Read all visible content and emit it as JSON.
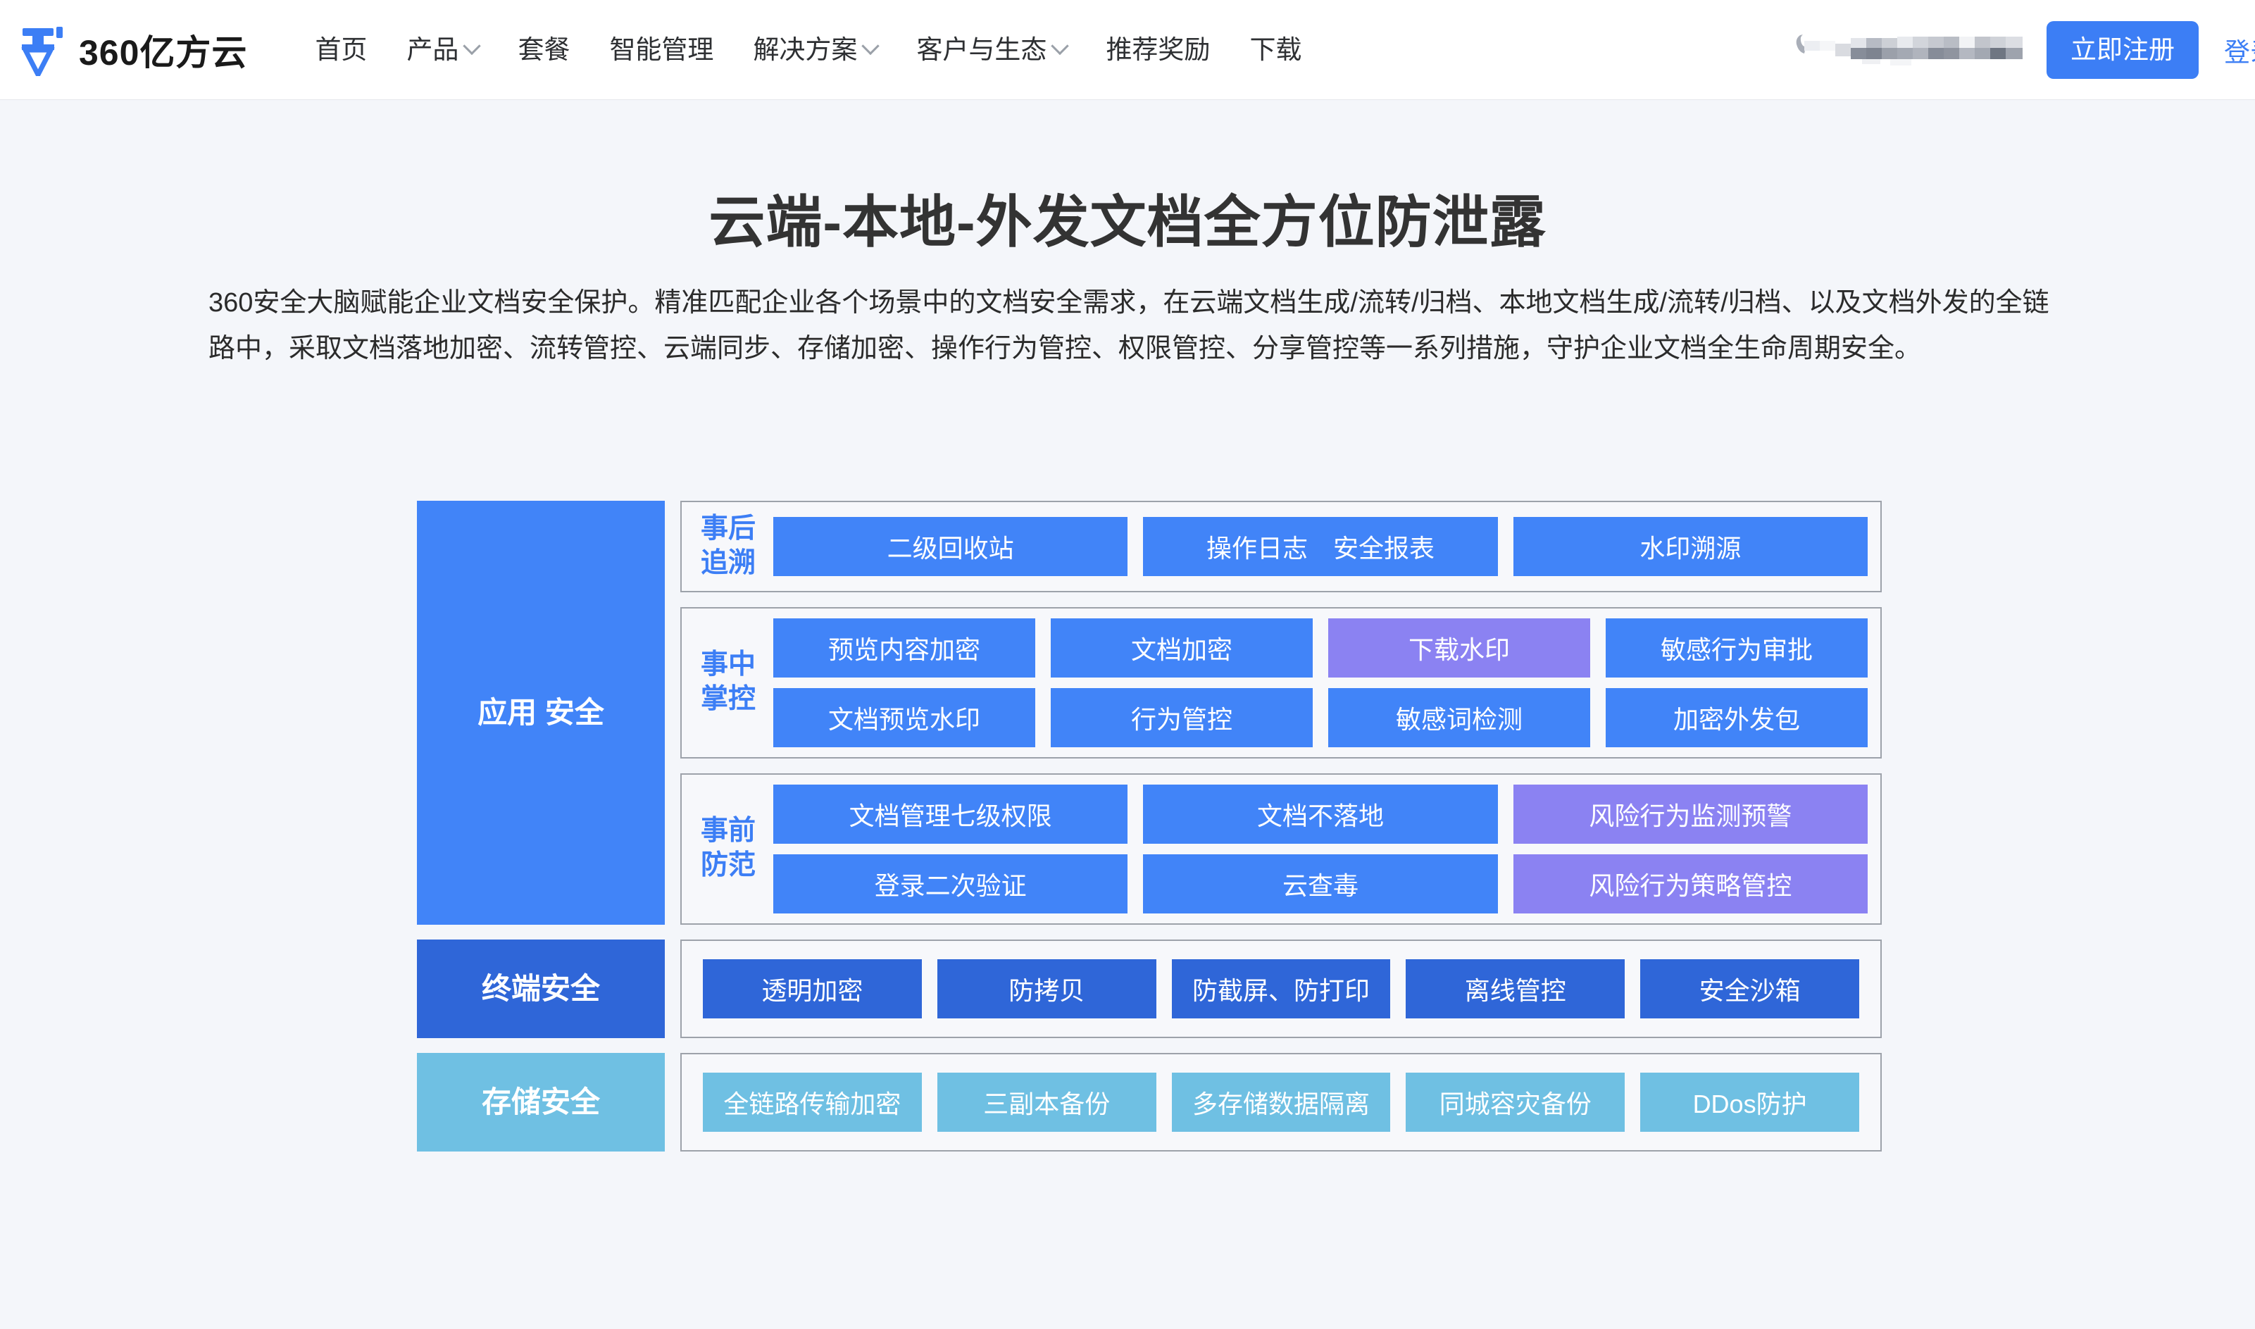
{
  "header": {
    "logo_text": "360亿方云",
    "logo_icon": "yifangyun-logo-icon",
    "nav": [
      {
        "label": "首页",
        "has_dropdown": false
      },
      {
        "label": "产品",
        "has_dropdown": true
      },
      {
        "label": "套餐",
        "has_dropdown": false
      },
      {
        "label": "智能管理",
        "has_dropdown": false
      },
      {
        "label": "解决方案",
        "has_dropdown": true
      },
      {
        "label": "客户与生态",
        "has_dropdown": true
      },
      {
        "label": "推荐奖励",
        "has_dropdown": false
      },
      {
        "label": "下载",
        "has_dropdown": false
      }
    ],
    "contact_masked": "",
    "register_label": "立即注册",
    "login_label": "登录",
    "accent_color": "#3c7ef5"
  },
  "hero": {
    "title": "云端-本地-外发文档全方位防泄露",
    "description": "360安全大脑赋能企业文档安全保护。精准匹配企业各个场景中的文档安全需求，在云端文档生成/流转/归档、本地文档生成/流转/归档、以及文档外发的全链路中，采取文档落地加密、流转管控、云端同步、存储加密、操作行为管控、权限管控、分享管控等一系列措施，守护企业文档全生命周期安全。"
  },
  "colors": {
    "page_bg": "#f4f6fa",
    "blue": "#4184f8",
    "purple": "#8b82f2",
    "dark_blue": "#2f66d8",
    "light_blue": "#6fc0e3",
    "border_gray": "#9da2aa",
    "label_blue": "#3c7ef5"
  },
  "diagram": {
    "rows": [
      {
        "category": "应用\n安全",
        "category_style": "cat-app",
        "groups": [
          {
            "label": "事后\n追溯",
            "rows": [
              [
                {
                  "label": "二级回收站",
                  "style": "blue"
                },
                {
                  "label": "操作日志　安全报表",
                  "style": "blue"
                },
                {
                  "label": "水印溯源",
                  "style": "blue"
                }
              ]
            ]
          },
          {
            "label": "事中\n掌控",
            "rows": [
              [
                {
                  "label": "预览内容加密",
                  "style": "blue"
                },
                {
                  "label": "文档加密",
                  "style": "blue"
                },
                {
                  "label": "下载水印",
                  "style": "purple"
                },
                {
                  "label": "敏感行为审批",
                  "style": "blue"
                }
              ],
              [
                {
                  "label": "文档预览水印",
                  "style": "blue"
                },
                {
                  "label": "行为管控",
                  "style": "blue"
                },
                {
                  "label": "敏感词检测",
                  "style": "blue"
                },
                {
                  "label": "加密外发包",
                  "style": "blue"
                }
              ]
            ]
          },
          {
            "label": "事前\n防范",
            "rows": [
              [
                {
                  "label": "文档管理七级权限",
                  "style": "blue"
                },
                {
                  "label": "文档不落地",
                  "style": "blue"
                },
                {
                  "label": "风险行为监测预警",
                  "style": "purple"
                }
              ],
              [
                {
                  "label": "登录二次验证",
                  "style": "blue"
                },
                {
                  "label": "云查毒",
                  "style": "blue"
                },
                {
                  "label": "风险行为策略管控",
                  "style": "purple"
                }
              ]
            ]
          }
        ]
      },
      {
        "category": "终端安全",
        "category_style": "cat-terminal",
        "groups": [
          {
            "label": "",
            "rows": [
              [
                {
                  "label": "透明加密",
                  "style": "dark"
                },
                {
                  "label": "防拷贝",
                  "style": "dark"
                },
                {
                  "label": "防截屏、防打印",
                  "style": "dark"
                },
                {
                  "label": "离线管控",
                  "style": "dark"
                },
                {
                  "label": "安全沙箱",
                  "style": "dark"
                }
              ]
            ]
          }
        ]
      },
      {
        "category": "存储安全",
        "category_style": "cat-storage",
        "groups": [
          {
            "label": "",
            "rows": [
              [
                {
                  "label": "全链路传输加密",
                  "style": "light"
                },
                {
                  "label": "三副本备份",
                  "style": "light"
                },
                {
                  "label": "多存储数据隔离",
                  "style": "light"
                },
                {
                  "label": "同城容灾备份",
                  "style": "light"
                },
                {
                  "label": "DDos防护",
                  "style": "light"
                }
              ]
            ]
          }
        ]
      }
    ]
  }
}
